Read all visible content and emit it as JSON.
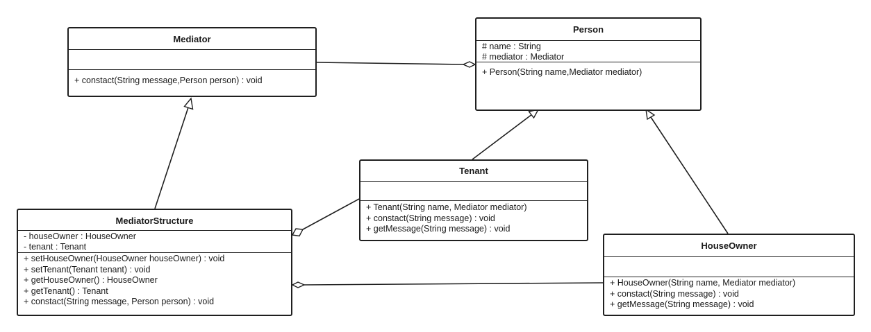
{
  "classes": {
    "mediator": {
      "name": "Mediator",
      "attributes": [],
      "operations": [
        "+ constact(String message,Person person) : void"
      ]
    },
    "person": {
      "name": "Person",
      "attributes": [
        "# name : String",
        "# mediator : Mediator"
      ],
      "operations": [
        "+ Person(String name,Mediator mediator)"
      ]
    },
    "tenant": {
      "name": "Tenant",
      "attributes": [],
      "operations": [
        "+ Tenant(String name, Mediator mediator)",
        "+ constact(String message) : void",
        "+ getMessage(String message) : void"
      ]
    },
    "mediator_structure": {
      "name": "MediatorStructure",
      "attributes": [
        "- houseOwner : HouseOwner",
        "- tenant : Tenant"
      ],
      "operations": [
        "+ setHouseOwner(HouseOwner houseOwner) : void",
        "+ setTenant(Tenant tenant) : void",
        "+ getHouseOwner() : HouseOwner",
        "+ getTenant() : Tenant",
        "+ constact(String message, Person person) : void"
      ]
    },
    "house_owner": {
      "name": "HouseOwner",
      "attributes": [],
      "operations": [
        "+ HouseOwner(String name, Mediator mediator)",
        "+ constact(String message) : void",
        "+ getMessage(String message) : void"
      ]
    }
  },
  "relations": [
    {
      "from": "mediator_structure",
      "to": "mediator",
      "type": "generalization"
    },
    {
      "from": "tenant",
      "to": "person",
      "type": "generalization"
    },
    {
      "from": "house_owner",
      "to": "person",
      "type": "generalization"
    },
    {
      "from": "mediator",
      "to": "person",
      "type": "aggregation"
    },
    {
      "from": "tenant",
      "to": "mediator_structure",
      "type": "aggregation"
    },
    {
      "from": "house_owner",
      "to": "mediator_structure",
      "type": "aggregation"
    }
  ]
}
